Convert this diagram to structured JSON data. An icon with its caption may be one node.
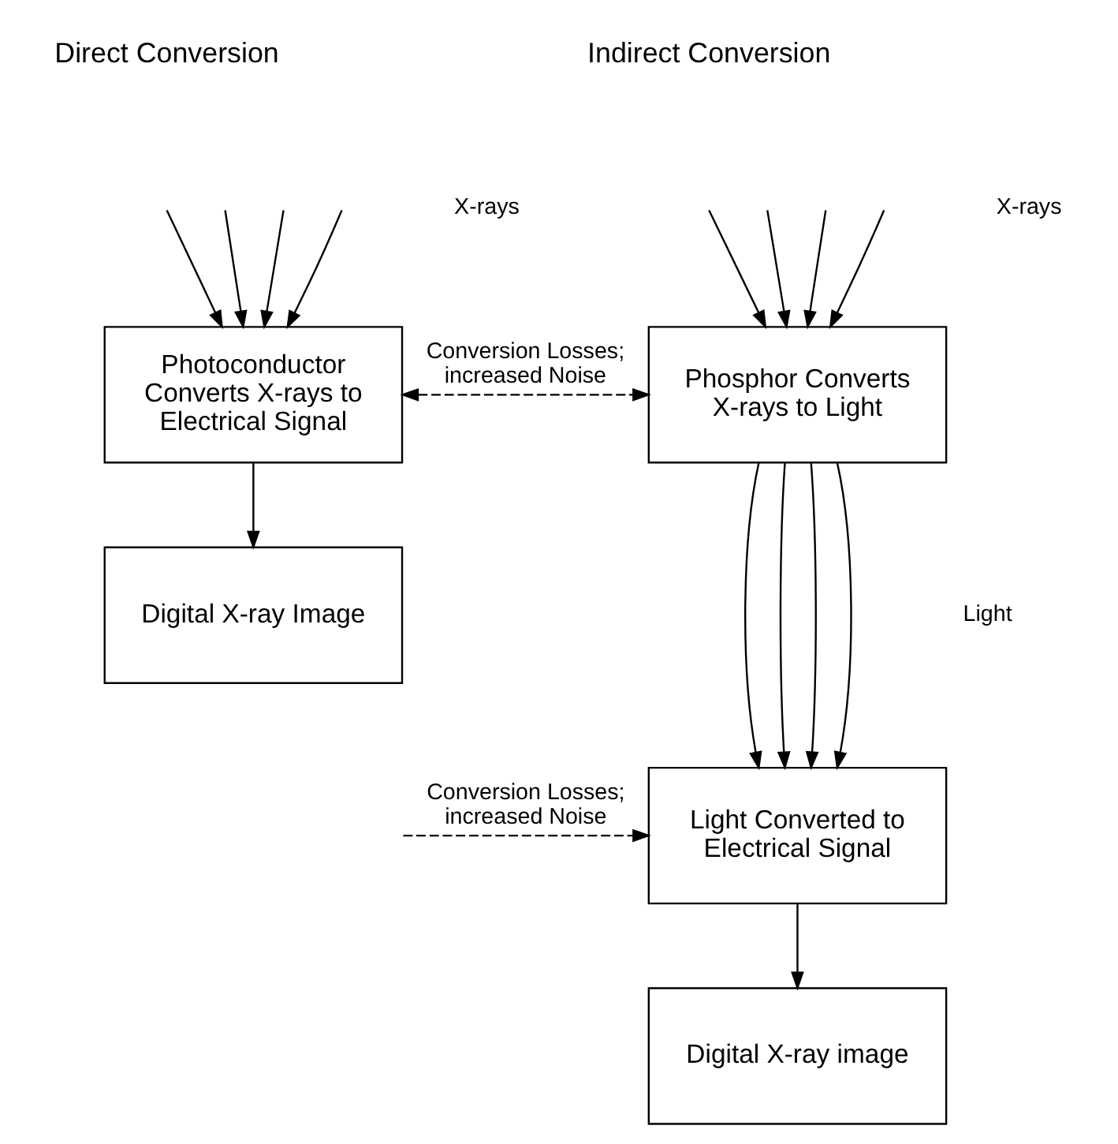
{
  "diagram": {
    "nodes": [
      {
        "text": [
          "Photoconductor Converts X-rays to Electrical Signal"
        ]
      },
      {
        "text": [
          "Digital X-ray Image"
        ]
      },
      {
        "text": [
          "Phosphor Converts X-rays to Light"
        ]
      },
      {
        "text": [
          "Light Converted to Electrical Signal"
        ]
      },
      {
        "text": [
          "Digital X-ray image"
        ]
      }
    ],
    "edges": [
      {
        "from": null,
        "to": 0,
        "arrow": "to"
      },
      {
        "from": null,
        "to": 0,
        "arrow": "to"
      },
      {
        "from": null,
        "to": 0,
        "arrow": "to"
      },
      {
        "from": null,
        "to": 0,
        "arrow": "to"
      },
      {
        "from": 0,
        "to": 1,
        "arrow": "to"
      },
      {
        "from": 0,
        "to": 2,
        "arrow": "both",
        "style": "dashed",
        "label": "Conversion Losses; increased Noise"
      },
      {
        "from": null,
        "to": 2,
        "arrow": "to"
      },
      {
        "from": null,
        "to": 2,
        "arrow": "to"
      },
      {
        "from": null,
        "to": 2,
        "arrow": "to"
      },
      {
        "from": null,
        "to": 2,
        "arrow": "to"
      },
      {
        "from": 2,
        "to": 3,
        "arrow": "to"
      },
      {
        "from": 2,
        "to": 3,
        "arrow": "to"
      },
      {
        "from": 2,
        "to": 3,
        "arrow": "to"
      },
      {
        "from": 2,
        "to": 3,
        "arrow": "to"
      },
      {
        "from": null,
        "to": 3,
        "arrow": "to",
        "style": "dashed",
        "label": "Conversion Losses; increased Noise"
      },
      {
        "from": 3,
        "to": 4,
        "arrow": "to"
      }
    ],
    "labels": [
      "Direct Conversion",
      "Indirect Conversion",
      "X-rays",
      "X-rays",
      "Light"
    ]
  }
}
